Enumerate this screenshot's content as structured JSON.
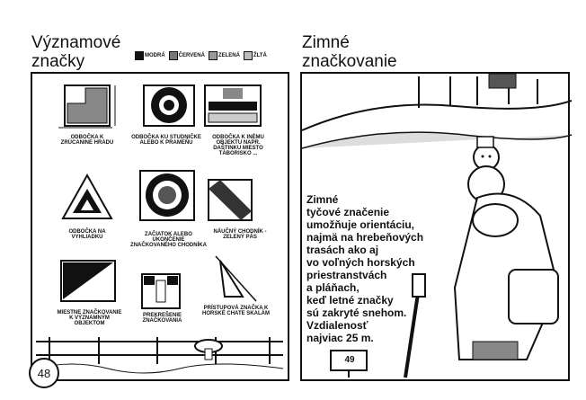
{
  "left": {
    "title_line1": "Významové",
    "title_line2": "značky",
    "legend": [
      {
        "label": "MODRÁ",
        "color": "#1f3f9f"
      },
      {
        "label": "ČERVENÁ",
        "color": "#c81e1e"
      },
      {
        "label": "ZELENÁ",
        "color": "#1e8a3a"
      },
      {
        "label": "ŽLTÁ",
        "color": "#e8c619"
      }
    ],
    "signs": [
      {
        "caption": "ODBOČKA K ZRÚCANINE HRADU"
      },
      {
        "caption": "ODBOČKA KU STUDNIČKE ALEBO K PRAMEŇU"
      },
      {
        "caption": "ODBOČKA K INÉMU OBJEKTU NAPR. DAŠTINKU MIESTO TÁBORISKO ..."
      },
      {
        "caption": "ODBOČKA NA VYHLIADKU"
      },
      {
        "caption": "ZAČIATOK ALEBO UKONČENIE ZNAČKOVANÉHO CHODNÍKA"
      },
      {
        "caption": "NÁUČNÝ CHODNÍK - ZELENÝ PÁS"
      },
      {
        "caption": "MIESTNE ZNAČKOVANIE K VÝZNAMNÝM OBJEKTOM"
      },
      {
        "caption": "PREKREŠENIE ZNAČKOVANIA"
      },
      {
        "caption": "PRÍSTUPOVÁ ZNAČKA K HORSKÉ CHATE SKALÁM"
      }
    ],
    "page_number": "48"
  },
  "right": {
    "title_line1": "Zimné",
    "title_line2": "značkovanie",
    "body_lines": [
      "Zimné",
      "tyčové značenie",
      "umožňuje orientáciu,",
      "najmä na hrebeňových",
      "trasách ako aj",
      "vo voľných horských",
      "priestranstvách",
      "a pláňach,",
      "keď letné značky",
      "sú zakryté snehom.",
      "Vzdialenosť",
      "najviac 25 m."
    ],
    "page_number": "49"
  }
}
